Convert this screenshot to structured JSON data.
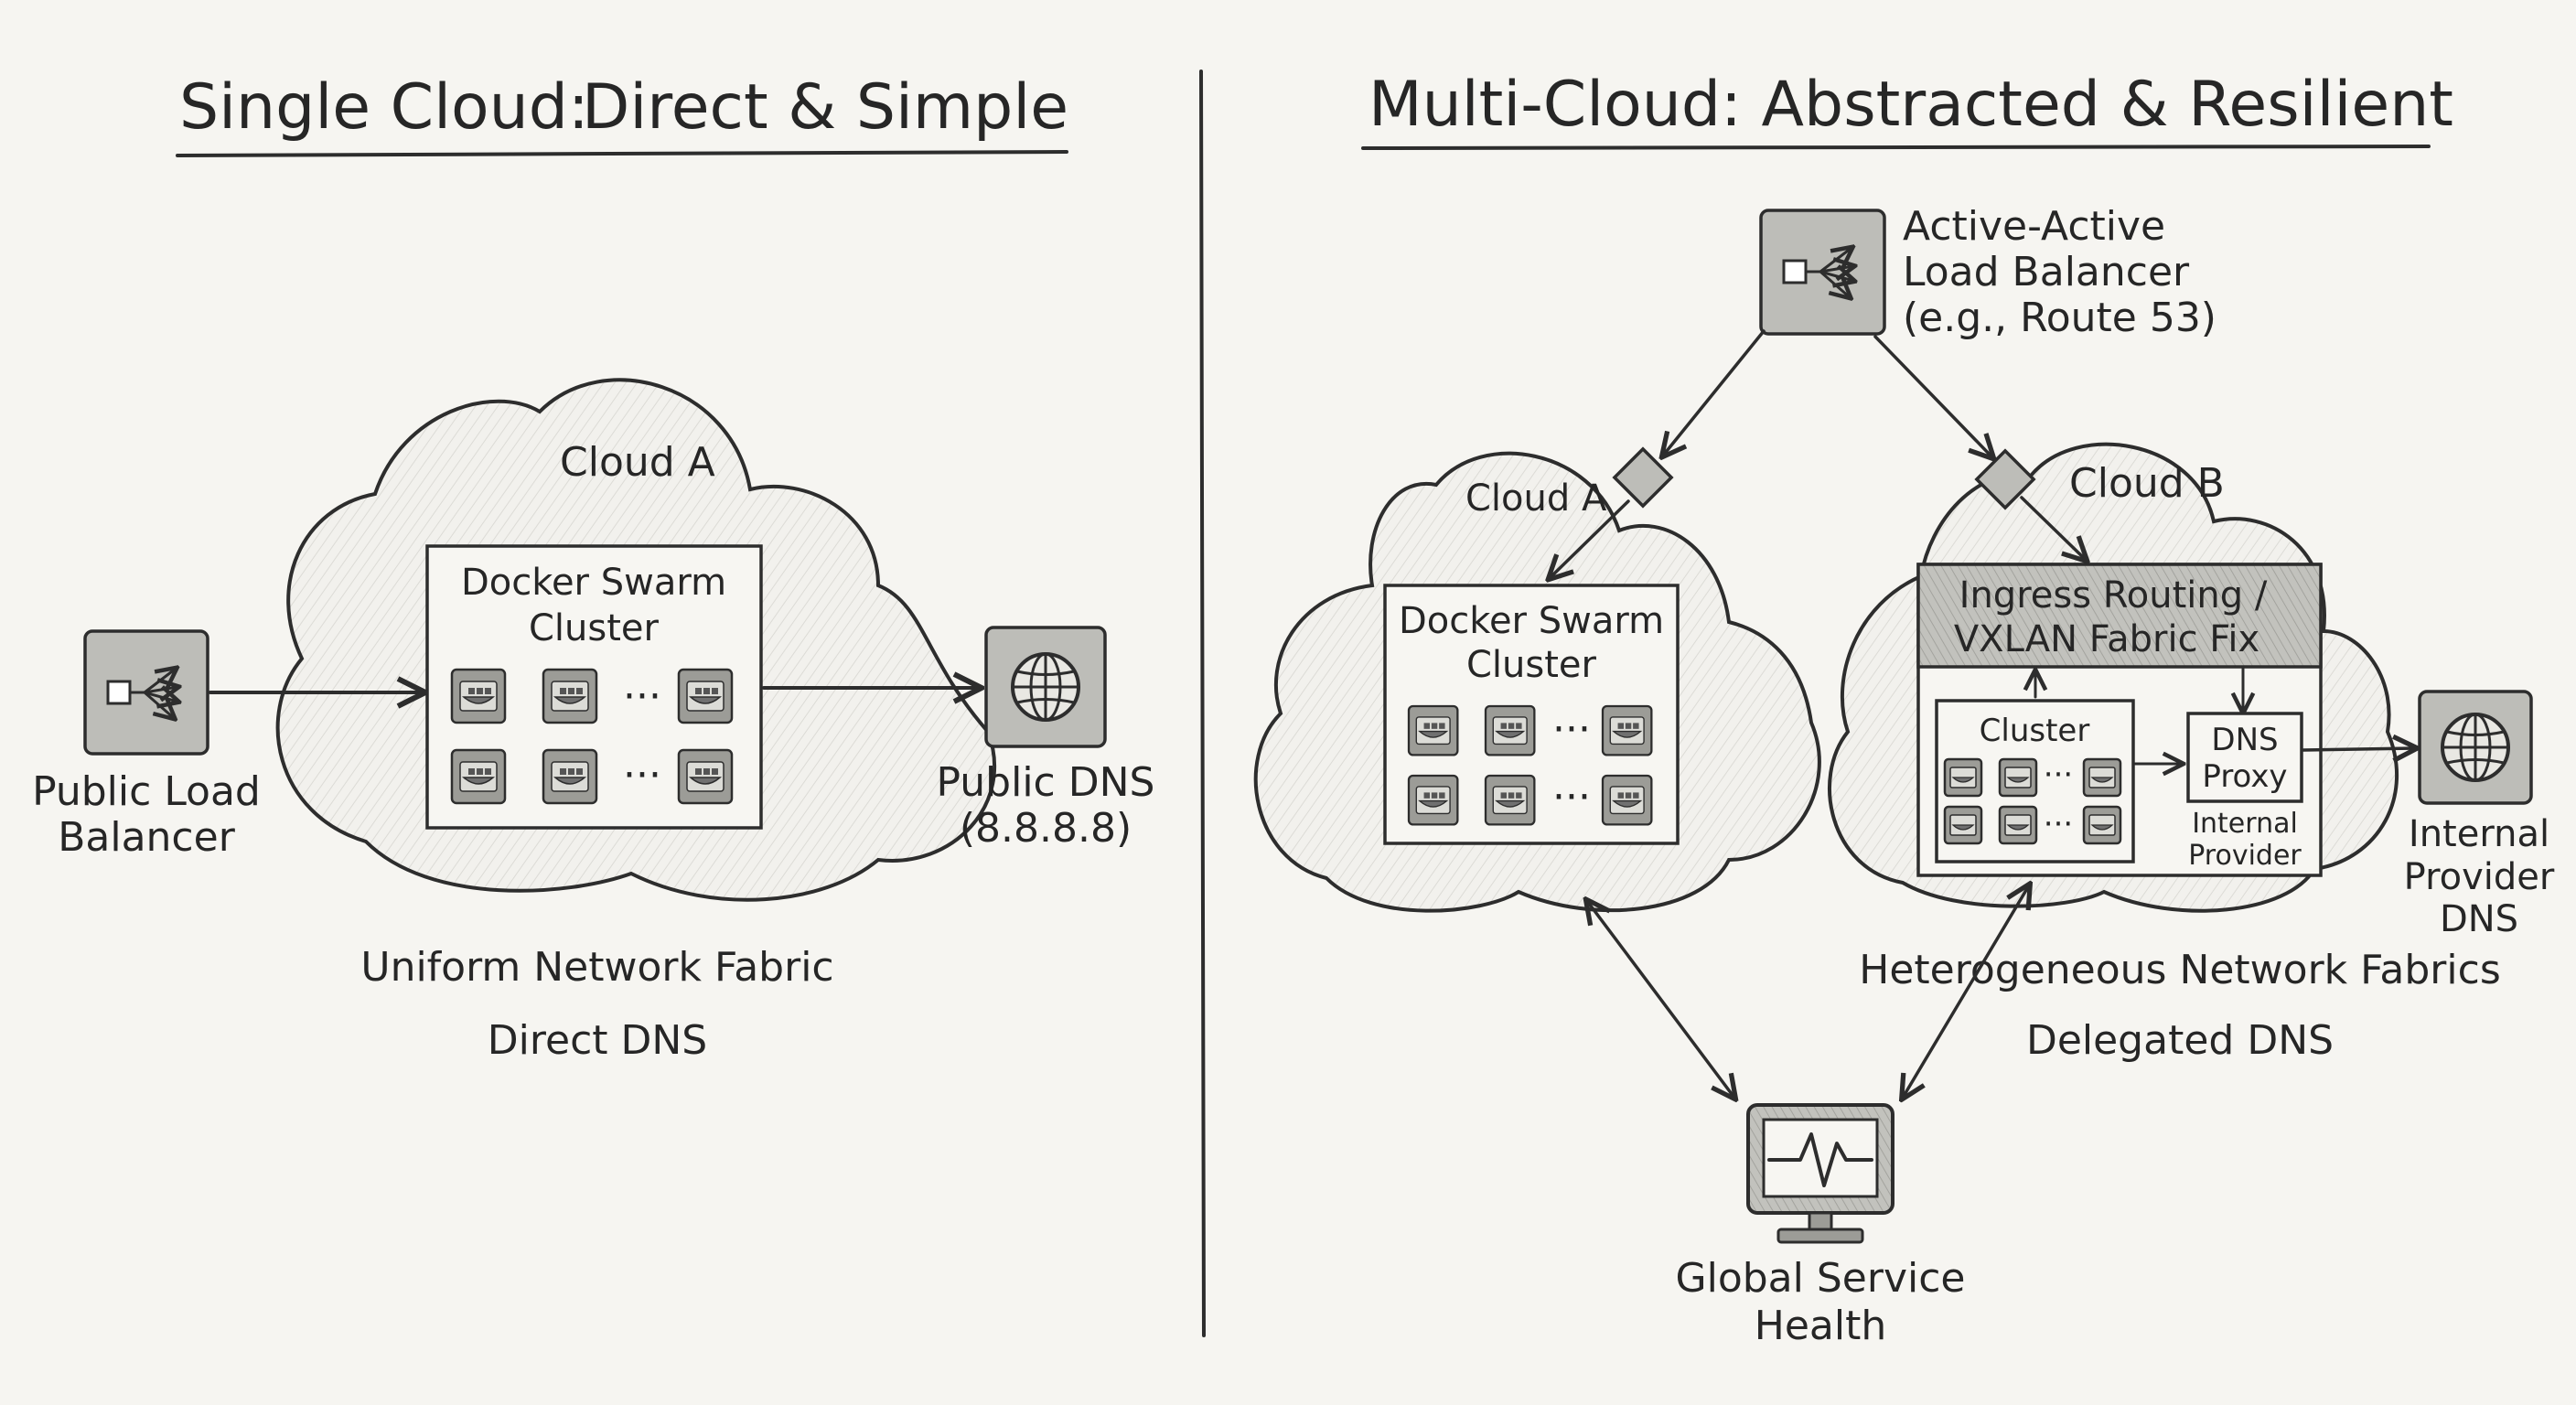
{
  "left_panel": {
    "title_part1": "Single Cloud:",
    "title_part2": "Direct & Simple",
    "cloud_label": "Cloud A",
    "cluster_line1": "Docker Swarm",
    "cluster_line2": "Cluster",
    "dots": "···",
    "lb_line1": "Public Load",
    "lb_line2": "Balancer",
    "dns_line1": "Public DNS",
    "dns_line2": "(8.8.8.8)",
    "caption_line1": "Uniform Network Fabric",
    "caption_line2": "Direct DNS"
  },
  "right_panel": {
    "title": "Multi-Cloud: Abstracted & Resilient",
    "lb_line1": "Active-Active",
    "lb_line2": "Load Balancer",
    "lb_line3": "(e.g., Route 53)",
    "cloud_a_label": "Cloud A",
    "cloud_a_cluster_line1": "Docker Swarm",
    "cloud_a_cluster_line2": "Cluster",
    "cloud_b_label": "Cloud B",
    "ingress_line1": "Ingress Routing /",
    "ingress_line2": "VXLAN Fabric Fix",
    "cluster_label": "Cluster",
    "dns_proxy_line1": "DNS",
    "dns_proxy_line2": "Proxy",
    "internal_provider_line1": "Internal",
    "internal_provider_line2": "Provider",
    "internal_dns_line1": "Internal",
    "internal_dns_line2": "Provider",
    "internal_dns_line3": "DNS",
    "caption_line1": "Heterogeneous Network Fabrics",
    "caption_line2": "Delegated DNS",
    "health_line1": "Global Service",
    "health_line2": "Health",
    "dots": "···"
  },
  "icons": [
    "load-balancer-icon",
    "globe-icon",
    "docker-container-icon",
    "router-diamond-icon",
    "health-monitor-icon"
  ]
}
